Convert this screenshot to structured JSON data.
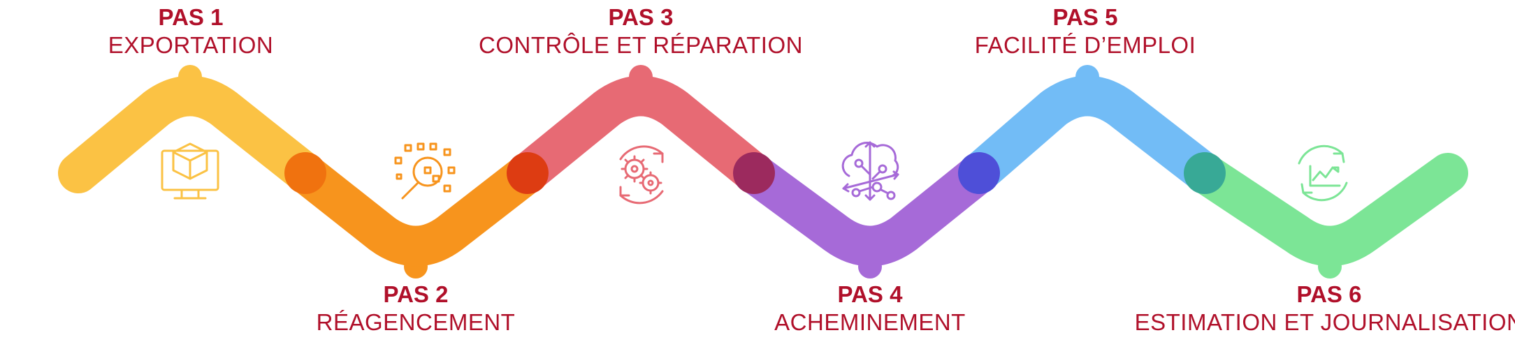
{
  "steps": [
    {
      "title": "PAS 1",
      "name": "EXPORTATION",
      "color": "#fbc244",
      "icon": "cube-monitor-icon"
    },
    {
      "title": "PAS 2",
      "name": "RÉAGENCEMENT",
      "color": "#f7941d",
      "icon": "magnifier-data-icon"
    },
    {
      "title": "PAS 3",
      "name": "CONTRÔLE ET RÉPARATION",
      "color": "#e76a74",
      "icon": "gears-cycle-icon"
    },
    {
      "title": "PAS 4",
      "name": "ACHEMINEMENT",
      "color": "#a66ad8",
      "icon": "cloud-network-icon"
    },
    {
      "title": "PAS 5",
      "name": "FACILITÉ D’EMPLOI",
      "color": "#72bcf6",
      "icon": "chart-cycle-icon"
    },
    {
      "title": "PAS 6",
      "name": "ESTIMATION ET JOURNALISATION",
      "color": "#7ce596",
      "icon": "chart-cycle-icon"
    }
  ],
  "joint_colors": [
    "#f0720f",
    "#dd3c12",
    "#9c2a5e",
    "#4e4fd8",
    "#38a996"
  ]
}
